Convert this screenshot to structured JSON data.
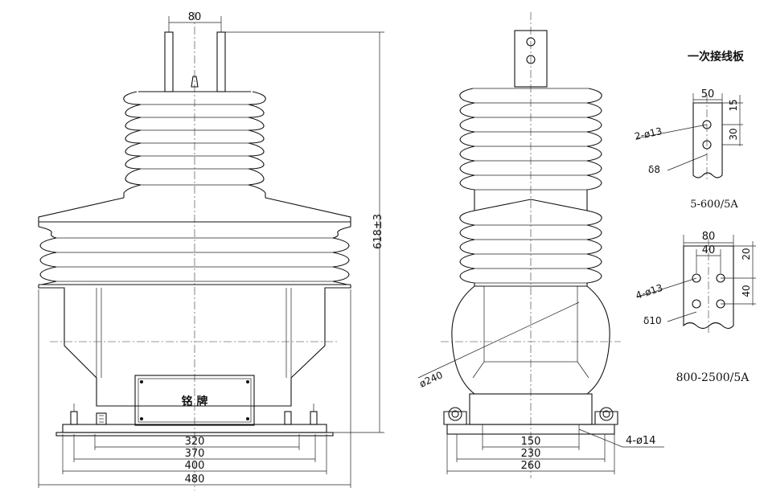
{
  "front_view": {
    "dim_top_width": "80",
    "dim_height": "618±3",
    "nameplate_text": "铭  牌",
    "dim_base": [
      "320",
      "370",
      "400",
      "480"
    ]
  },
  "side_view": {
    "dim_diameter": "ø240",
    "dim_base": [
      "150",
      "230",
      "260"
    ],
    "dim_holes": "4-ø14"
  },
  "terminal_panel": {
    "title": "一次接线板",
    "plate_a": {
      "dim_width": "50",
      "dim_top": "15",
      "dim_spacing": "30",
      "holes": "2-ø13",
      "thickness": "δ8",
      "rating": "5-600/5A"
    },
    "plate_b": {
      "dim_outer": "80",
      "dim_inner": "40",
      "dim_top": "20",
      "dim_spacing": "40",
      "holes": "4-ø13",
      "thickness": "δ10",
      "rating": "800-2500/5A"
    }
  }
}
